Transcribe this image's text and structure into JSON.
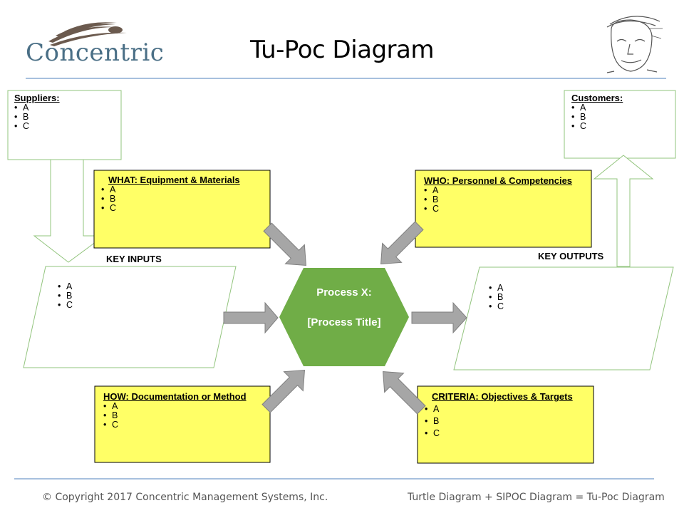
{
  "header": {
    "title": "Tu-Poc Diagram",
    "logo_text": "Concentric"
  },
  "colors": {
    "rule": "#4f81bd",
    "box_border": "#92c47d",
    "yellow_fill": "#ffff66",
    "process_fill": "#70ad47",
    "arrow_fill": "#a6a6a6",
    "logo": "#4a6f86"
  },
  "suppliers": {
    "label": "Suppliers:",
    "items": [
      "A",
      "B",
      "C"
    ]
  },
  "customers": {
    "label": "Customers:",
    "items": [
      "A",
      "B",
      "C"
    ]
  },
  "what": {
    "label": "WHAT: Equipment & Materials",
    "items": [
      "A",
      "B",
      "C"
    ]
  },
  "who": {
    "label": "WHO: Personnel & Competencies",
    "items": [
      "A",
      "B",
      "C"
    ]
  },
  "how": {
    "label": "HOW: Documentation or Method",
    "items": [
      "A",
      "B",
      "C"
    ]
  },
  "criteria": {
    "label": "CRITERIA:  Objectives & Targets",
    "items": [
      "A",
      "B",
      "C"
    ]
  },
  "key_inputs": {
    "label": "KEY INPUTS",
    "items": [
      "A",
      "B",
      "C"
    ]
  },
  "key_outputs": {
    "label": "KEY OUTPUTS",
    "items": [
      "A",
      "B",
      "C"
    ]
  },
  "process": {
    "line1": "Process X:",
    "line2": "[Process Title]"
  },
  "footer": {
    "copyright": "© Copyright 2017 Concentric Management Systems, Inc.",
    "tagline": "Turtle Diagram + SIPOC Diagram = Tu-Poc Diagram"
  }
}
